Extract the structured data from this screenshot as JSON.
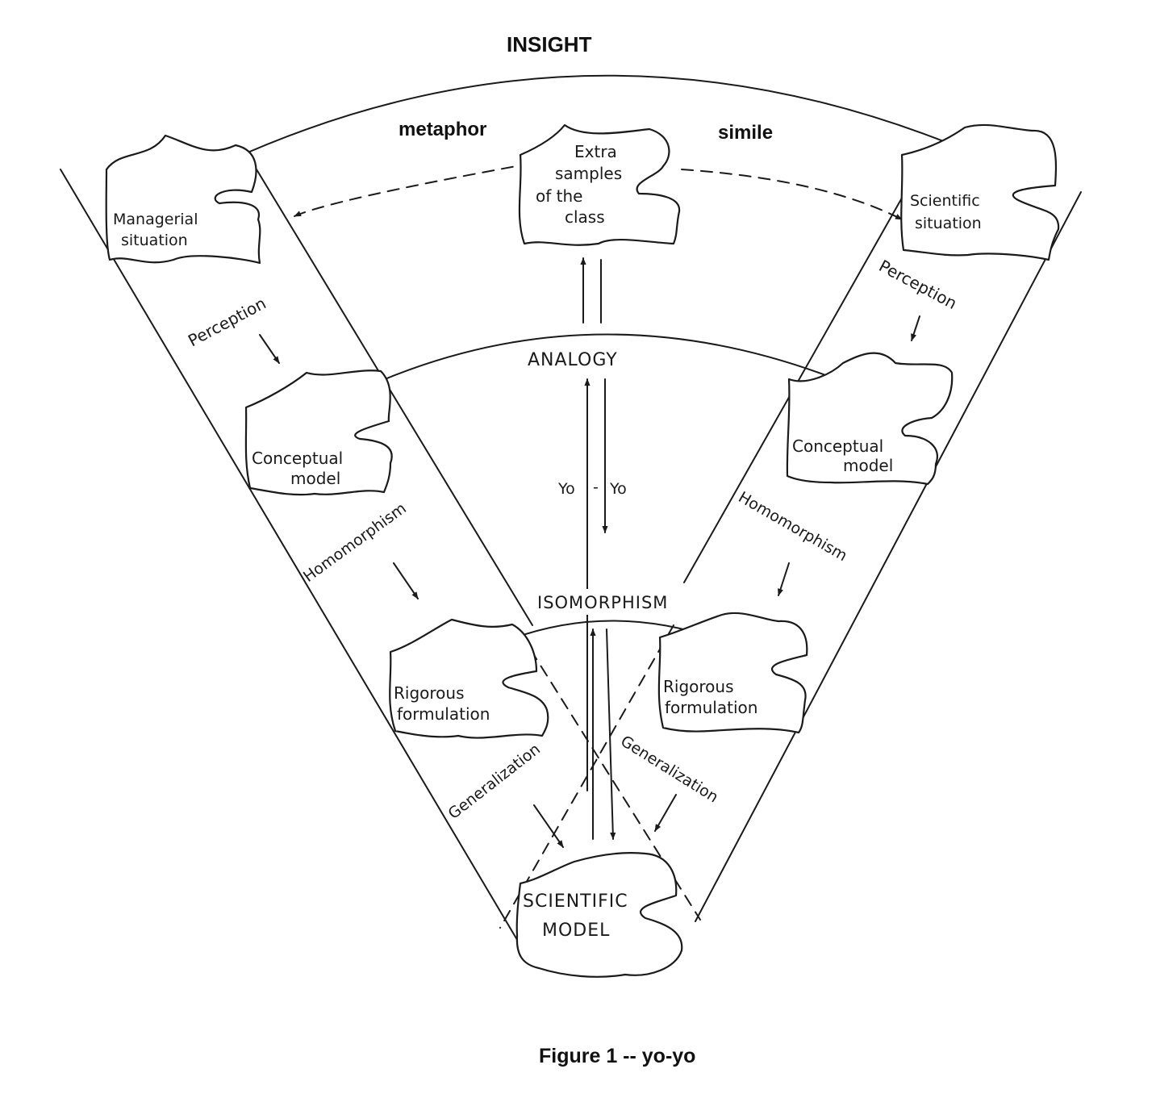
{
  "labels": {
    "insight": "INSIGHT",
    "metaphor": "metaphor",
    "simile": "simile",
    "analogy": "ANALOGY",
    "isomorphism": "ISOMORPHISM",
    "yo_left": "Yo",
    "yo_dash": "-",
    "yo_right": "Yo",
    "perception_left": "Perception",
    "perception_right": "Perception",
    "homomorphism_left": "Homomorphism",
    "homomorphism_right": "Homomorphism",
    "generalization_left": "Generalization",
    "generalization_right": "Generalization"
  },
  "boxes": {
    "managerial": [
      "Managerial",
      "situation"
    ],
    "extra": [
      "Extra",
      "samples",
      "of the",
      "class"
    ],
    "scientific_situation": [
      "Scientific",
      "situation"
    ],
    "conceptual_left": [
      "Conceptual",
      "model"
    ],
    "conceptual_right": [
      "Conceptual",
      "model"
    ],
    "rigorous_left": [
      "Rigorous",
      "formulation"
    ],
    "rigorous_right": [
      "Rigorous",
      "formulation"
    ],
    "scientific_model": [
      "SCIENTIFIC",
      "MODEL"
    ]
  },
  "caption": "Figure 1 -- yo-yo"
}
